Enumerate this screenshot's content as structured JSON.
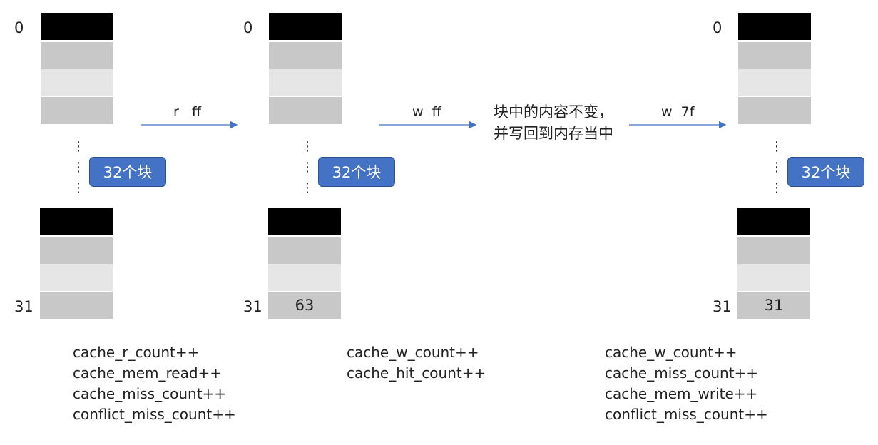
{
  "columns": [
    {
      "top_index": "0",
      "bottom_index": "31",
      "bottom_value": "",
      "badge": "32个块",
      "stats": [
        "cache_r_count++",
        "cache_mem_read++",
        "cache_miss_count++",
        "conflict_miss_count++"
      ]
    },
    {
      "top_index": "0",
      "bottom_index": "31",
      "bottom_value": "63",
      "badge": "32个块",
      "stats": [
        "cache_w_count++",
        "cache_hit_count++"
      ]
    },
    {
      "top_index": "0",
      "bottom_index": "31",
      "bottom_value": "31",
      "badge": "32个块",
      "stats": [
        "cache_w_count++",
        "cache_miss_count++",
        "cache_mem_write++",
        "conflict_miss_count++"
      ]
    }
  ],
  "operations": [
    {
      "label": "r   ff"
    },
    {
      "label": "w  ff"
    },
    {
      "label": "w  7f"
    }
  ],
  "note": "块中的内容不变，并写回到内存当中",
  "colors": {
    "block_black": "#000000",
    "block_mid": "#c8c8c8",
    "block_light": "#e6e6e6",
    "badge": "#4472c4",
    "arrow": "#4472c4"
  }
}
